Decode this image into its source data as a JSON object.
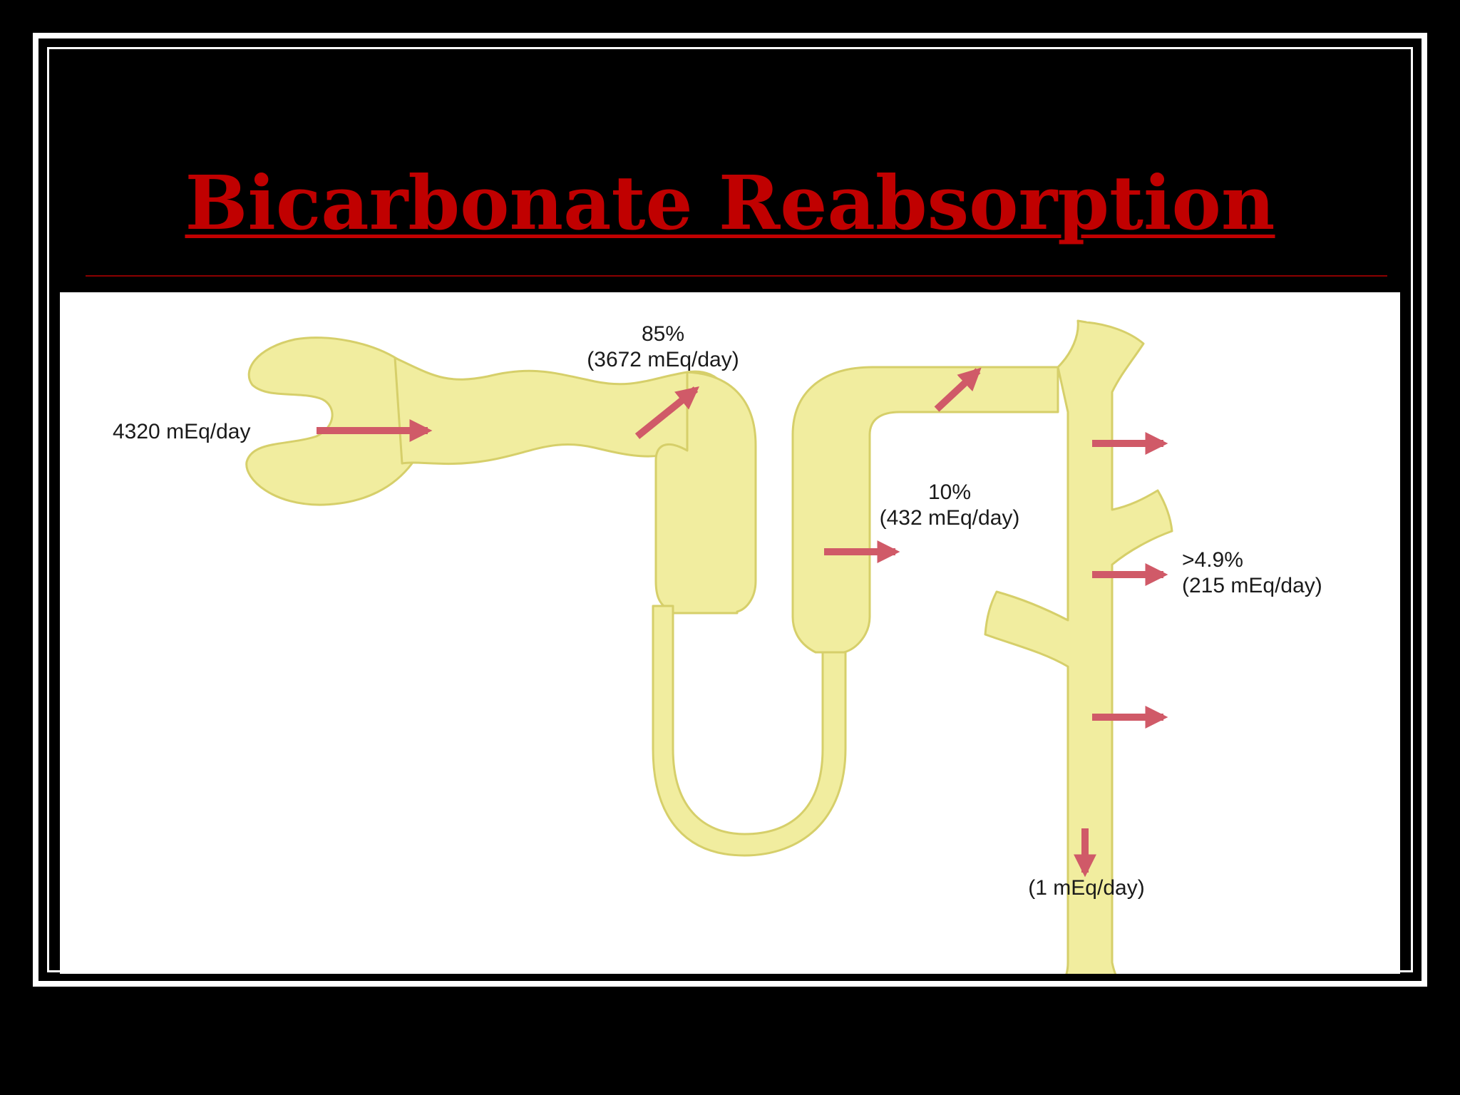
{
  "slide": {
    "title": "Bicarbonate Reabsorption",
    "colors": {
      "background": "#000000",
      "frame": "#ffffff",
      "title": "#c00000",
      "rule": "#8b0000",
      "tubule_fill": "#f1ed9f",
      "tubule_stroke": "#d6cf6a",
      "arrow": "#d05a68"
    }
  },
  "diagram": {
    "filtered_load": "4320 mEq/day",
    "proximal": {
      "percent": "85%",
      "amount": "(3672 mEq/day)"
    },
    "loop": {
      "percent": "10%",
      "amount": "(432 mEq/day)"
    },
    "distal": {
      "percent": ">4.9%",
      "amount": "(215 mEq/day)"
    },
    "excreted": "(1 mEq/day)"
  }
}
